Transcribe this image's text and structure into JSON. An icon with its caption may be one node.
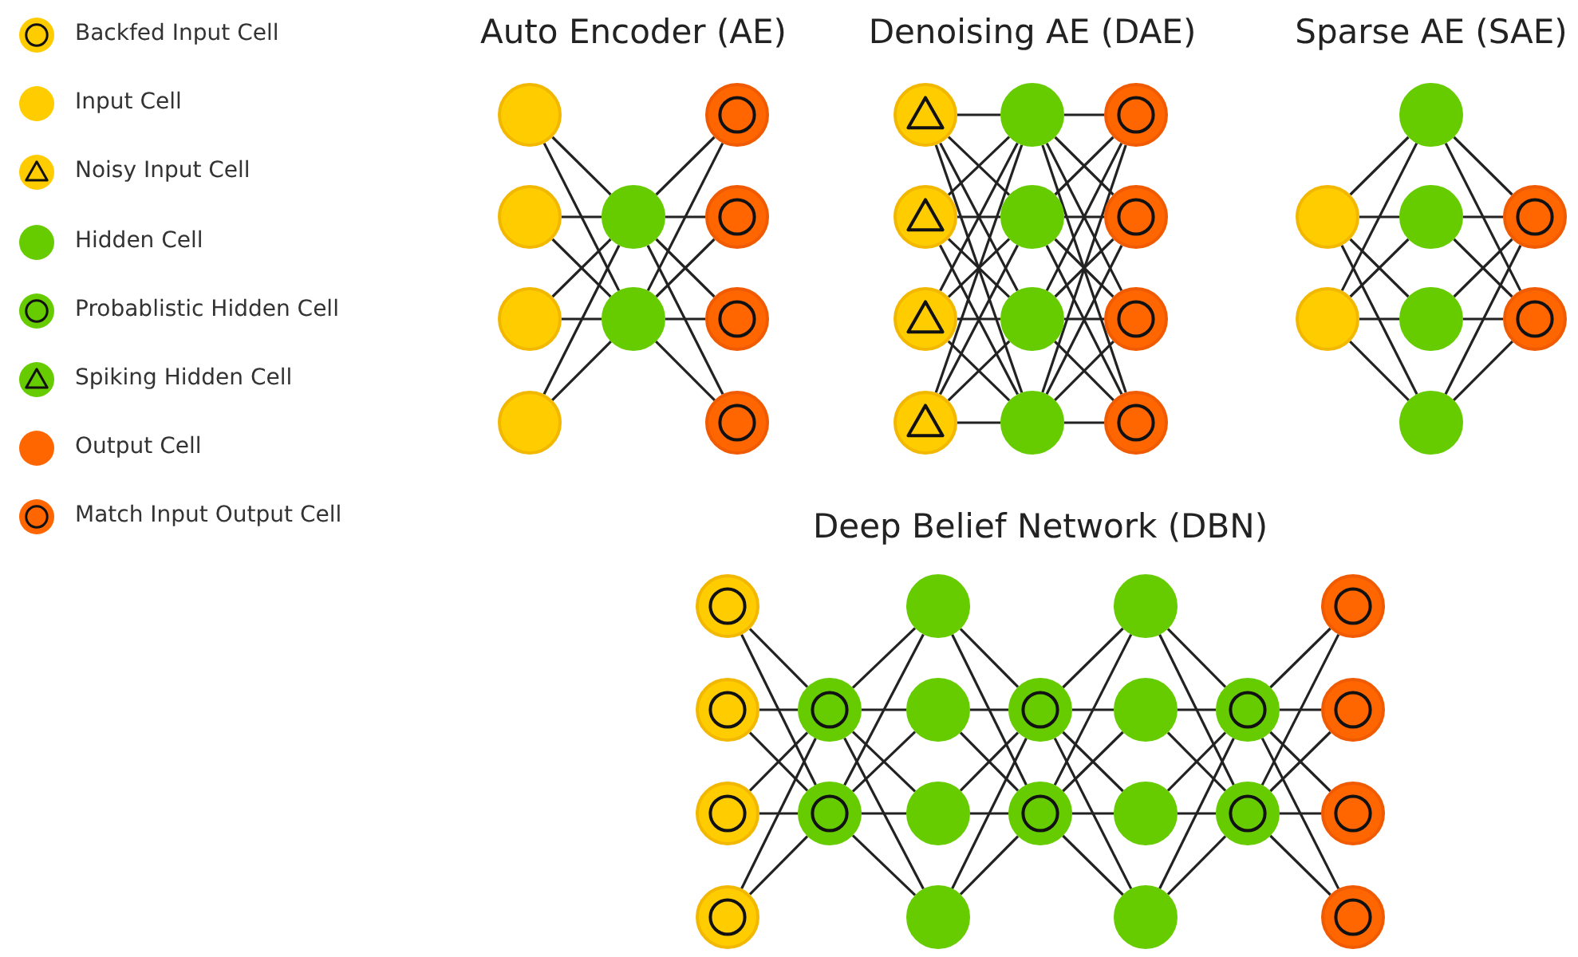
{
  "diagram": {
    "nodes": [
      {
        "text": [],
        "shape": "circle"
      },
      {
        "text": [],
        "shape": "circle"
      },
      {
        "text": [],
        "shape": "circle"
      },
      {
        "text": [],
        "shape": "circle"
      },
      {
        "text": [],
        "shape": "circle"
      },
      {
        "text": [],
        "shape": "circle"
      },
      {
        "text": [],
        "shape": "circle"
      },
      {
        "text": [],
        "shape": "circle"
      },
      {
        "text": [],
        "shape": "circle"
      },
      {
        "text": [],
        "shape": "circle"
      },
      {
        "text": [],
        "shape": "circle"
      },
      {
        "text": [],
        "shape": "circle"
      },
      {
        "text": [],
        "shape": "circle"
      },
      {
        "text": [],
        "shape": "circle"
      },
      {
        "text": [],
        "shape": "circle"
      },
      {
        "text": [],
        "shape": "circle"
      },
      {
        "text": [],
        "shape": "circle"
      },
      {
        "text": [],
        "shape": "circle"
      },
      {
        "text": [],
        "shape": "circle"
      },
      {
        "text": [],
        "shape": "circle"
      },
      {
        "text": [],
        "shape": "circle"
      },
      {
        "text": [],
        "shape": "circle"
      },
      {
        "text": [],
        "shape": "circle"
      },
      {
        "text": [],
        "shape": "circle"
      },
      {
        "text": [],
        "shape": "circle"
      },
      {
        "text": [],
        "shape": "circle"
      },
      {
        "text": [],
        "shape": "circle"
      },
      {
        "text": [],
        "shape": "circle"
      },
      {
        "text": [],
        "shape": "circle"
      },
      {
        "text": [],
        "shape": "circle"
      },
      {
        "text": [],
        "shape": "circle"
      },
      {
        "text": [],
        "shape": "circle"
      },
      {
        "text": [],
        "shape": "circle"
      },
      {
        "text": [],
        "shape": "circle"
      },
      {
        "text": [],
        "shape": "circle"
      },
      {
        "text": [],
        "shape": "circle"
      },
      {
        "text": [],
        "shape": "circle"
      },
      {
        "text": [],
        "shape": "circle"
      },
      {
        "text": [],
        "shape": "circle"
      },
      {
        "text": [],
        "shape": "circle"
      },
      {
        "text": [],
        "shape": "circle"
      },
      {
        "text": [],
        "shape": "circle"
      },
      {
        "text": [],
        "shape": "circle"
      },
      {
        "text": [],
        "shape": "circle"
      },
      {
        "text": [],
        "shape": "circle"
      },
      {
        "text": [],
        "shape": "circle"
      },
      {
        "text": [],
        "shape": "circle"
      },
      {
        "text": [],
        "shape": "circle"
      },
      {
        "text": [],
        "shape": "circle"
      },
      {
        "text": [],
        "shape": "circle"
      },
      {
        "text": [],
        "shape": "circle"
      },
      {
        "text": [],
        "shape": "circle"
      }
    ],
    "edges": [
      {
        "from": 0,
        "to": 4,
        "arrow": "none"
      },
      {
        "from": 0,
        "to": 5,
        "arrow": "none"
      },
      {
        "from": 1,
        "to": 4,
        "arrow": "none"
      },
      {
        "from": 1,
        "to": 5,
        "arrow": "none"
      },
      {
        "from": 2,
        "to": 4,
        "arrow": "none"
      },
      {
        "from": 2,
        "to": 5,
        "arrow": "none"
      },
      {
        "from": 3,
        "to": 4,
        "arrow": "none"
      },
      {
        "from": 3,
        "to": 5,
        "arrow": "none"
      },
      {
        "from": 4,
        "to": 6,
        "arrow": "none"
      },
      {
        "from": 4,
        "to": 7,
        "arrow": "none"
      },
      {
        "from": 4,
        "to": 8,
        "arrow": "none"
      },
      {
        "from": 4,
        "to": 9,
        "arrow": "none"
      },
      {
        "from": 5,
        "to": 6,
        "arrow": "none"
      },
      {
        "from": 5,
        "to": 7,
        "arrow": "none"
      },
      {
        "from": 5,
        "to": 8,
        "arrow": "none"
      },
      {
        "from": 5,
        "to": 9,
        "arrow": "none"
      },
      {
        "from": 10,
        "to": 14,
        "arrow": "none"
      },
      {
        "from": 10,
        "to": 15,
        "arrow": "none"
      },
      {
        "from": 10,
        "to": 16,
        "arrow": "none"
      },
      {
        "from": 10,
        "to": 17,
        "arrow": "none"
      },
      {
        "from": 11,
        "to": 14,
        "arrow": "none"
      },
      {
        "from": 11,
        "to": 15,
        "arrow": "none"
      },
      {
        "from": 11,
        "to": 16,
        "arrow": "none"
      },
      {
        "from": 11,
        "to": 17,
        "arrow": "none"
      },
      {
        "from": 12,
        "to": 14,
        "arrow": "none"
      },
      {
        "from": 12,
        "to": 15,
        "arrow": "none"
      },
      {
        "from": 12,
        "to": 16,
        "arrow": "none"
      },
      {
        "from": 12,
        "to": 17,
        "arrow": "none"
      },
      {
        "from": 13,
        "to": 14,
        "arrow": "none"
      },
      {
        "from": 13,
        "to": 15,
        "arrow": "none"
      },
      {
        "from": 13,
        "to": 16,
        "arrow": "none"
      },
      {
        "from": 13,
        "to": 17,
        "arrow": "none"
      },
      {
        "from": 14,
        "to": 18,
        "arrow": "none"
      },
      {
        "from": 14,
        "to": 19,
        "arrow": "none"
      },
      {
        "from": 14,
        "to": 20,
        "arrow": "none"
      },
      {
        "from": 14,
        "to": 21,
        "arrow": "none"
      },
      {
        "from": 15,
        "to": 18,
        "arrow": "none"
      },
      {
        "from": 15,
        "to": 19,
        "arrow": "none"
      },
      {
        "from": 15,
        "to": 20,
        "arrow": "none"
      },
      {
        "from": 15,
        "to": 21,
        "arrow": "none"
      },
      {
        "from": 16,
        "to": 18,
        "arrow": "none"
      },
      {
        "from": 16,
        "to": 19,
        "arrow": "none"
      },
      {
        "from": 16,
        "to": 20,
        "arrow": "none"
      },
      {
        "from": 16,
        "to": 21,
        "arrow": "none"
      },
      {
        "from": 17,
        "to": 18,
        "arrow": "none"
      },
      {
        "from": 17,
        "to": 19,
        "arrow": "none"
      },
      {
        "from": 17,
        "to": 20,
        "arrow": "none"
      },
      {
        "from": 17,
        "to": 21,
        "arrow": "none"
      },
      {
        "from": 22,
        "to": 24,
        "arrow": "none"
      },
      {
        "from": 22,
        "to": 25,
        "arrow": "none"
      },
      {
        "from": 22,
        "to": 26,
        "arrow": "none"
      },
      {
        "from": 22,
        "to": 27,
        "arrow": "none"
      },
      {
        "from": 23,
        "to": 24,
        "arrow": "none"
      },
      {
        "from": 23,
        "to": 25,
        "arrow": "none"
      },
      {
        "from": 23,
        "to": 26,
        "arrow": "none"
      },
      {
        "from": 23,
        "to": 27,
        "arrow": "none"
      },
      {
        "from": 24,
        "to": 28,
        "arrow": "none"
      },
      {
        "from": 24,
        "to": 29,
        "arrow": "none"
      },
      {
        "from": 25,
        "to": 28,
        "arrow": "none"
      },
      {
        "from": 25,
        "to": 29,
        "arrow": "none"
      },
      {
        "from": 26,
        "to": 28,
        "arrow": "none"
      },
      {
        "from": 26,
        "to": 29,
        "arrow": "none"
      },
      {
        "from": 27,
        "to": 28,
        "arrow": "none"
      },
      {
        "from": 27,
        "to": 29,
        "arrow": "none"
      },
      {
        "from": 30,
        "to": 34,
        "arrow": "none"
      },
      {
        "from": 30,
        "to": 35,
        "arrow": "none"
      },
      {
        "from": 31,
        "to": 34,
        "arrow": "none"
      },
      {
        "from": 31,
        "to": 35,
        "arrow": "none"
      },
      {
        "from": 32,
        "to": 34,
        "arrow": "none"
      },
      {
        "from": 32,
        "to": 35,
        "arrow": "none"
      },
      {
        "from": 33,
        "to": 34,
        "arrow": "none"
      },
      {
        "from": 33,
        "to": 35,
        "arrow": "none"
      },
      {
        "from": 34,
        "to": 36,
        "arrow": "none"
      },
      {
        "from": 34,
        "to": 37,
        "arrow": "none"
      },
      {
        "from": 34,
        "to": 38,
        "arrow": "none"
      },
      {
        "from": 34,
        "to": 39,
        "arrow": "none"
      },
      {
        "from": 35,
        "to": 36,
        "arrow": "none"
      },
      {
        "from": 35,
        "to": 37,
        "arrow": "none"
      },
      {
        "from": 35,
        "to": 38,
        "arrow": "none"
      },
      {
        "from": 35,
        "to": 39,
        "arrow": "none"
      },
      {
        "from": 36,
        "to": 40,
        "arrow": "none"
      },
      {
        "from": 36,
        "to": 41,
        "arrow": "none"
      },
      {
        "from": 37,
        "to": 40,
        "arrow": "none"
      },
      {
        "from": 37,
        "to": 41,
        "arrow": "none"
      },
      {
        "from": 38,
        "to": 40,
        "arrow": "none"
      },
      {
        "from": 38,
        "to": 41,
        "arrow": "none"
      },
      {
        "from": 39,
        "to": 40,
        "arrow": "none"
      },
      {
        "from": 39,
        "to": 41,
        "arrow": "none"
      },
      {
        "from": 40,
        "to": 42,
        "arrow": "none"
      },
      {
        "from": 40,
        "to": 43,
        "arrow": "none"
      },
      {
        "from": 40,
        "to": 44,
        "arrow": "none"
      },
      {
        "from": 40,
        "to": 45,
        "arrow": "none"
      },
      {
        "from": 41,
        "to": 42,
        "arrow": "none"
      },
      {
        "from": 41,
        "to": 43,
        "arrow": "none"
      },
      {
        "from": 41,
        "to": 44,
        "arrow": "none"
      },
      {
        "from": 41,
        "to": 45,
        "arrow": "none"
      },
      {
        "from": 42,
        "to": 46,
        "arrow": "none"
      },
      {
        "from": 42,
        "to": 47,
        "arrow": "none"
      },
      {
        "from": 43,
        "to": 46,
        "arrow": "none"
      },
      {
        "from": 43,
        "to": 47,
        "arrow": "none"
      },
      {
        "from": 44,
        "to": 46,
        "arrow": "none"
      },
      {
        "from": 44,
        "to": 47,
        "arrow": "none"
      },
      {
        "from": 45,
        "to": 46,
        "arrow": "none"
      },
      {
        "from": 45,
        "to": 47,
        "arrow": "none"
      },
      {
        "from": 46,
        "to": 48,
        "arrow": "none"
      },
      {
        "from": 46,
        "to": 49,
        "arrow": "none"
      },
      {
        "from": 46,
        "to": 50,
        "arrow": "none"
      },
      {
        "from": 46,
        "to": 51,
        "arrow": "none"
      },
      {
        "from": 47,
        "to": 48,
        "arrow": "none"
      },
      {
        "from": 47,
        "to": 49,
        "arrow": "none"
      },
      {
        "from": 47,
        "to": 50,
        "arrow": "none"
      },
      {
        "from": 47,
        "to": 51,
        "arrow": "none"
      }
    ],
    "labels": [
      "Auto Encoder (AE)",
      "Denoising AE (DAE)",
      "Sparse AE (SAE)",
      "Deep Belief Network (DBN)"
    ],
    "legend": [
      {
        "text": "Backfed Input Cell"
      },
      {
        "text": "Input Cell",
        "color": "#ffcc00"
      },
      {
        "text": "Noisy Input Cell"
      },
      {
        "text": "Hidden Cell",
        "color": "#66cc00"
      },
      {
        "text": "Probablistic Hidden Cell"
      },
      {
        "text": "Spiking Hidden Cell"
      },
      {
        "text": "Output Cell",
        "color": "#ff6600"
      },
      {
        "text": "Match Input Output Cell"
      }
    ]
  }
}
